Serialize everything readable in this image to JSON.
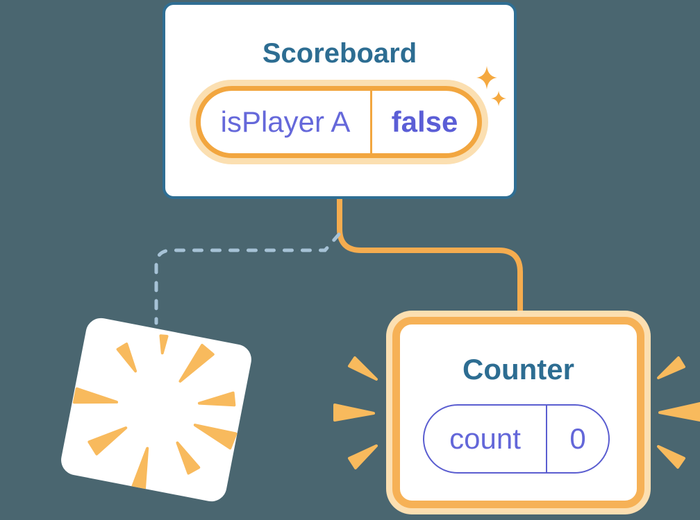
{
  "background_color": "#4a6670",
  "colors": {
    "background": "#4a6670",
    "card_fill": "#ffffff",
    "teal_border": "#2f6e93",
    "teal_title": "#2d6d92",
    "orange_border": "#f2a63f",
    "orange_border_counter": "#f6b156",
    "orange_glow": "#fbdfb1",
    "orange_connector": "#f5ac4f",
    "orange_rays": "#f8ba5d",
    "orange_sparkle": "#f5a940",
    "purple_text": "#6568da",
    "purple_bold_value": "#5b5ed6",
    "purple_pill_border": "#5a5dd0",
    "dashed_connector_blue": "#a6c2d6"
  },
  "scoreboard": {
    "title": "Scoreboard",
    "state_pill": {
      "name": "isPlayer A",
      "value": "false"
    },
    "icon": "sparkles-icon"
  },
  "counter": {
    "title": "Counter",
    "state_pill": {
      "name": "count",
      "value": "0"
    },
    "icon": "emphasis-rays-icon"
  },
  "destroyed_card": {
    "icon": "poof-burst-icon"
  },
  "connectors": {
    "solid": "scoreboard-to-counter",
    "dashed": "scoreboard-to-destroyed-card"
  }
}
